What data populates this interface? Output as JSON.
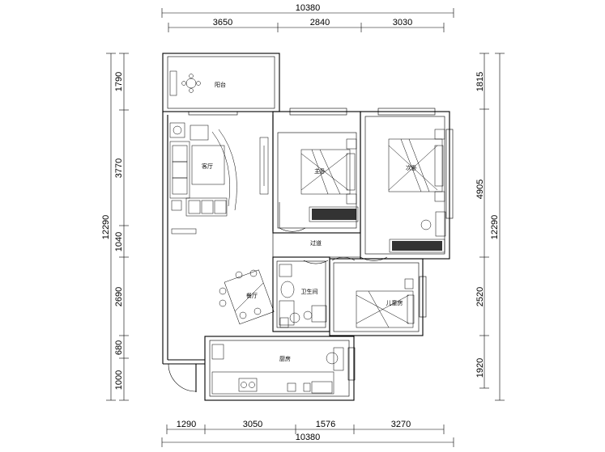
{
  "dimensions": {
    "top_total": "10380",
    "top_segments": [
      "3650",
      "2840",
      "3030"
    ],
    "bottom_total": "10380",
    "bottom_segments": [
      "1290",
      "3050",
      "1576",
      "3270"
    ],
    "left_total": "12290",
    "left_segments": [
      "1790",
      "3770",
      "1040",
      "2690",
      "680",
      "1000"
    ],
    "right_total": "12290",
    "right_segments": [
      "1815",
      "4905",
      "2520",
      "1920"
    ]
  },
  "rooms": {
    "balcony": "阳台",
    "living_room": "客厅",
    "master_bedroom": "主卧",
    "second_bedroom": "次卧",
    "corridor": "过道",
    "bathroom": "卫生间",
    "dining_room": "餐厅",
    "child_room": "儿童房",
    "kitchen": "厨房"
  }
}
